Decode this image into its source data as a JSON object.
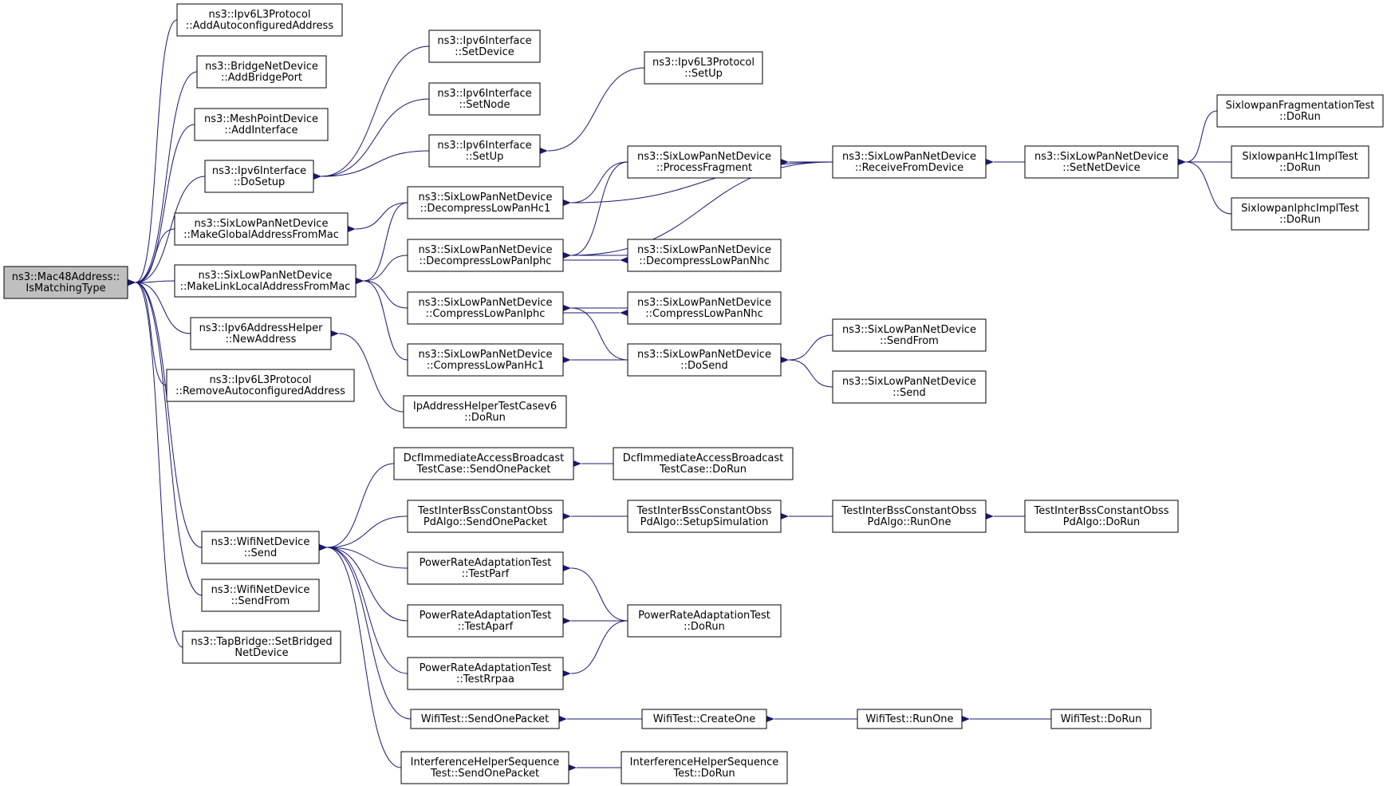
{
  "colors": {
    "edge": "#191970",
    "box_border": "#000000",
    "box_fill": "#ffffff",
    "root_fill": "#bfbfbf",
    "text": "#000000"
  },
  "nodes": [
    {
      "id": "root",
      "lines": [
        "ns3::Mac48Address::",
        "IsMatchingType"
      ],
      "root": true
    },
    {
      "id": "n1",
      "lines": [
        "ns3::Ipv6L3Protocol",
        "::AddAutoconfiguredAddress"
      ]
    },
    {
      "id": "n2",
      "lines": [
        "ns3::BridgeNetDevice",
        "::AddBridgePort"
      ]
    },
    {
      "id": "n3",
      "lines": [
        "ns3::MeshPointDevice",
        "::AddInterface"
      ]
    },
    {
      "id": "n4",
      "lines": [
        "ns3::Ipv6Interface",
        "::DoSetup"
      ]
    },
    {
      "id": "n5",
      "lines": [
        "ns3::SixLowPanNetDevice",
        "::MakeGlobalAddressFromMac"
      ]
    },
    {
      "id": "n6",
      "lines": [
        "ns3::SixLowPanNetDevice",
        "::MakeLinkLocalAddressFromMac"
      ]
    },
    {
      "id": "n7",
      "lines": [
        "ns3::Ipv6AddressHelper",
        "::NewAddress"
      ]
    },
    {
      "id": "n8",
      "lines": [
        "ns3::Ipv6L3Protocol",
        "::RemoveAutoconfiguredAddress"
      ]
    },
    {
      "id": "n9",
      "lines": [
        "ns3::WifiNetDevice",
        "::Send"
      ]
    },
    {
      "id": "n10",
      "lines": [
        "ns3::WifiNetDevice",
        "::SendFrom"
      ]
    },
    {
      "id": "n11",
      "lines": [
        "ns3::TapBridge::SetBridged",
        "NetDevice"
      ]
    },
    {
      "id": "a1",
      "lines": [
        "ns3::Ipv6Interface",
        "::SetDevice"
      ]
    },
    {
      "id": "a2",
      "lines": [
        "ns3::Ipv6Interface",
        "::SetNode"
      ]
    },
    {
      "id": "a3",
      "lines": [
        "ns3::Ipv6Interface",
        "::SetUp"
      ]
    },
    {
      "id": "a4",
      "lines": [
        "ns3::Ipv6L3Protocol",
        "::SetUp"
      ]
    },
    {
      "id": "b1",
      "lines": [
        "ns3::SixLowPanNetDevice",
        "::DecompressLowPanHc1"
      ]
    },
    {
      "id": "b2",
      "lines": [
        "ns3::SixLowPanNetDevice",
        "::DecompressLowPanIphc"
      ]
    },
    {
      "id": "b3",
      "lines": [
        "ns3::SixLowPanNetDevice",
        "::CompressLowPanIphc"
      ]
    },
    {
      "id": "b4",
      "lines": [
        "ns3::SixLowPanNetDevice",
        "::CompressLowPanHc1"
      ]
    },
    {
      "id": "b5",
      "lines": [
        "IpAddressHelperTestCasev6",
        "::DoRun"
      ]
    },
    {
      "id": "c1",
      "lines": [
        "ns3::SixLowPanNetDevice",
        "::ProcessFragment"
      ]
    },
    {
      "id": "c2",
      "lines": [
        "ns3::SixLowPanNetDevice",
        "::DecompressLowPanNhc"
      ]
    },
    {
      "id": "c3",
      "lines": [
        "ns3::SixLowPanNetDevice",
        "::CompressLowPanNhc"
      ]
    },
    {
      "id": "c4",
      "lines": [
        "ns3::SixLowPanNetDevice",
        "::DoSend"
      ]
    },
    {
      "id": "d1",
      "lines": [
        "ns3::SixLowPanNetDevice",
        "::ReceiveFromDevice"
      ]
    },
    {
      "id": "d2",
      "lines": [
        "ns3::SixLowPanNetDevice",
        "::SendFrom"
      ]
    },
    {
      "id": "d3",
      "lines": [
        "ns3::SixLowPanNetDevice",
        "::Send"
      ]
    },
    {
      "id": "e1",
      "lines": [
        "ns3::SixLowPanNetDevice",
        "::SetNetDevice"
      ]
    },
    {
      "id": "f1",
      "lines": [
        "SixlowpanFragmentationTest",
        "::DoRun"
      ]
    },
    {
      "id": "f2",
      "lines": [
        "SixlowpanHc1ImplTest",
        "::DoRun"
      ]
    },
    {
      "id": "f3",
      "lines": [
        "SixlowpanIphcImplTest",
        "::DoRun"
      ]
    },
    {
      "id": "w1",
      "lines": [
        "DcfImmediateAccessBroadcast",
        "TestCase::SendOnePacket"
      ]
    },
    {
      "id": "w2",
      "lines": [
        "TestInterBssConstantObss",
        "PdAlgo::SendOnePacket"
      ]
    },
    {
      "id": "w3",
      "lines": [
        "PowerRateAdaptationTest",
        "::TestParf"
      ]
    },
    {
      "id": "w4",
      "lines": [
        "PowerRateAdaptationTest",
        "::TestAparf"
      ]
    },
    {
      "id": "w5",
      "lines": [
        "PowerRateAdaptationTest",
        "::TestRrpaa"
      ]
    },
    {
      "id": "w6",
      "lines": [
        "WifiTest::SendOnePacket"
      ]
    },
    {
      "id": "w7",
      "lines": [
        "InterferenceHelperSequence",
        "Test::SendOnePacket"
      ]
    },
    {
      "id": "x1",
      "lines": [
        "DcfImmediateAccessBroadcast",
        "TestCase::DoRun"
      ]
    },
    {
      "id": "x2",
      "lines": [
        "TestInterBssConstantObss",
        "PdAlgo::SetupSimulation"
      ]
    },
    {
      "id": "x3",
      "lines": [
        "PowerRateAdaptationTest",
        "::DoRun"
      ]
    },
    {
      "id": "x4",
      "lines": [
        "WifiTest::CreateOne"
      ]
    },
    {
      "id": "x5",
      "lines": [
        "InterferenceHelperSequence",
        "Test::DoRun"
      ]
    },
    {
      "id": "y1",
      "lines": [
        "TestInterBssConstantObss",
        "PdAlgo::RunOne"
      ]
    },
    {
      "id": "y2",
      "lines": [
        "WifiTest::RunOne"
      ]
    },
    {
      "id": "z1",
      "lines": [
        "TestInterBssConstantObss",
        "PdAlgo::DoRun"
      ]
    },
    {
      "id": "z2",
      "lines": [
        "WifiTest::DoRun"
      ]
    }
  ],
  "edges": [
    [
      "root",
      "n1"
    ],
    [
      "root",
      "n2"
    ],
    [
      "root",
      "n3"
    ],
    [
      "root",
      "n4"
    ],
    [
      "root",
      "n5"
    ],
    [
      "root",
      "n6"
    ],
    [
      "root",
      "n7"
    ],
    [
      "root",
      "n8"
    ],
    [
      "root",
      "n9"
    ],
    [
      "root",
      "n10"
    ],
    [
      "root",
      "n11"
    ],
    [
      "n4",
      "a1"
    ],
    [
      "n4",
      "a2"
    ],
    [
      "n4",
      "a3"
    ],
    [
      "a3",
      "a4"
    ],
    [
      "n5",
      "b1"
    ],
    [
      "n6",
      "b1"
    ],
    [
      "n6",
      "b2"
    ],
    [
      "n6",
      "b3"
    ],
    [
      "n6",
      "b4"
    ],
    [
      "n7",
      "b5"
    ],
    [
      "b1",
      "c1"
    ],
    [
      "b1",
      "d1"
    ],
    [
      "b2",
      "c1"
    ],
    [
      "b2",
      "d1"
    ],
    [
      "b2",
      "c2"
    ],
    [
      "c2",
      "b2"
    ],
    [
      "b3",
      "c3"
    ],
    [
      "c3",
      "b3"
    ],
    [
      "b3",
      "c4"
    ],
    [
      "b4",
      "c4"
    ],
    [
      "c1",
      "d1"
    ],
    [
      "c4",
      "d2"
    ],
    [
      "c4",
      "d3"
    ],
    [
      "d1",
      "e1"
    ],
    [
      "e1",
      "f1"
    ],
    [
      "e1",
      "f2"
    ],
    [
      "e1",
      "f3"
    ],
    [
      "n9",
      "w1"
    ],
    [
      "n9",
      "w2"
    ],
    [
      "n9",
      "w3"
    ],
    [
      "n9",
      "w4"
    ],
    [
      "n9",
      "w5"
    ],
    [
      "n9",
      "w6"
    ],
    [
      "n9",
      "w7"
    ],
    [
      "w1",
      "x1"
    ],
    [
      "w2",
      "x2"
    ],
    [
      "w3",
      "x3"
    ],
    [
      "w4",
      "x3"
    ],
    [
      "w5",
      "x3"
    ],
    [
      "w6",
      "x4"
    ],
    [
      "w7",
      "x5"
    ],
    [
      "x2",
      "y1"
    ],
    [
      "x4",
      "y2"
    ],
    [
      "y1",
      "z1"
    ],
    [
      "y2",
      "z2"
    ]
  ]
}
